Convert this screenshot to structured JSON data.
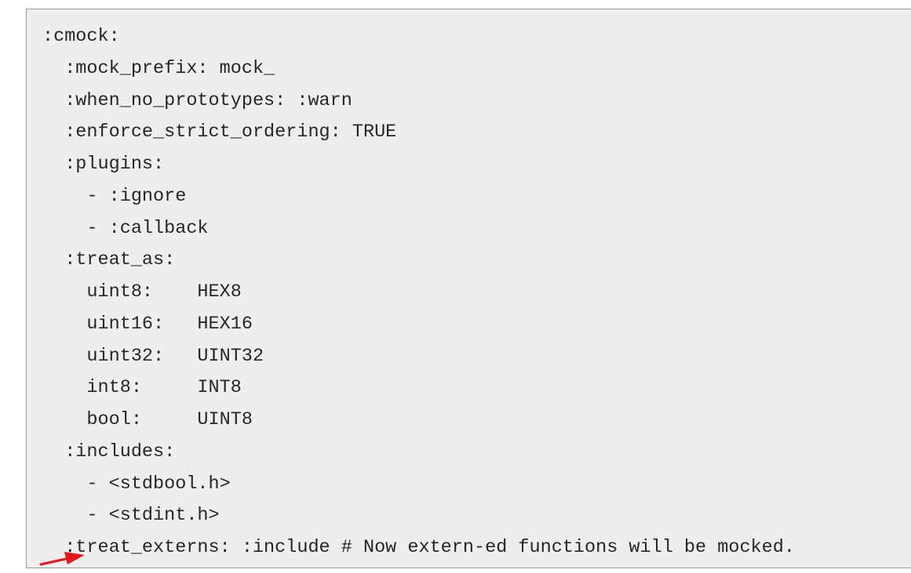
{
  "code_lines": [
    ":cmock:",
    "  :mock_prefix: mock_",
    "  :when_no_prototypes: :warn",
    "  :enforce_strict_ordering: TRUE",
    "  :plugins:",
    "    - :ignore",
    "    - :callback",
    "  :treat_as:",
    "    uint8:    HEX8",
    "    uint16:   HEX16",
    "    uint32:   UINT32",
    "    int8:     INT8",
    "    bool:     UINT8",
    "  :includes:",
    "    - <stdbool.h>",
    "    - <stdint.h>",
    "  :treat_externs: :include # Now extern-ed functions will be mocked."
  ],
  "colors": {
    "code_background": "#eeeeee",
    "code_text": "#262626",
    "border": "#9a9a9a",
    "annotation_arrow": "#e8141b"
  }
}
